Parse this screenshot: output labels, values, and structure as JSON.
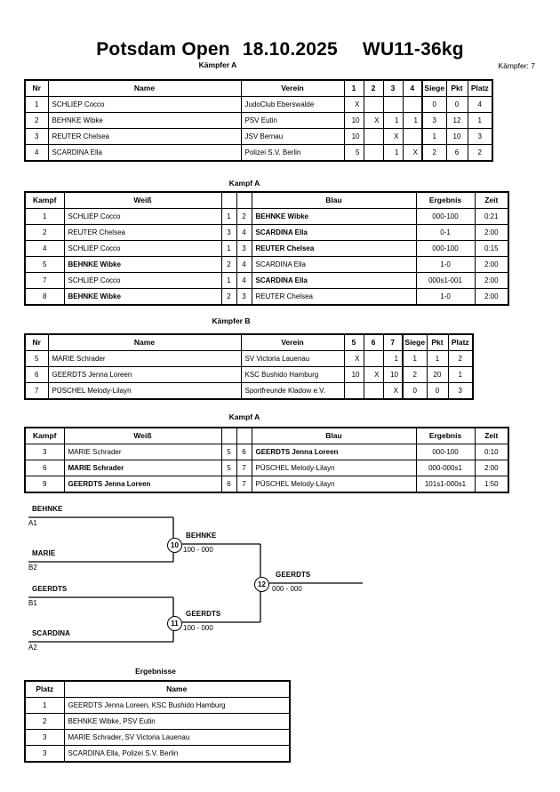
{
  "header": {
    "event": "Potsdam Open",
    "date": "18.10.2025",
    "category": "WU11-36kg",
    "pool_a_label": "Kämpfer A",
    "fighter_count": "Kämpfer: 7"
  },
  "pool_a": {
    "label": "Kämpfer A",
    "columns": [
      "Nr",
      "Name",
      "Verein",
      "1",
      "2",
      "3",
      "4",
      "Siege",
      "Pkt",
      "Platz"
    ],
    "rows": [
      {
        "nr": "1",
        "name": "SCHLIEP Cocco",
        "verein": "JudoClub Eberswalde",
        "m": [
          "X",
          "",
          "",
          ""
        ],
        "siege": "0",
        "pkt": "0",
        "platz": "4"
      },
      {
        "nr": "2",
        "name": "BEHNKE Wibke",
        "verein": "PSV Eutin",
        "m": [
          "10",
          "X",
          "1",
          "1"
        ],
        "siege": "3",
        "pkt": "12",
        "platz": "1"
      },
      {
        "nr": "3",
        "name": "REUTER Chelsea",
        "verein": "JSV Bernau",
        "m": [
          "10",
          "",
          "X",
          ""
        ],
        "siege": "1",
        "pkt": "10",
        "platz": "3"
      },
      {
        "nr": "4",
        "name": "SCARDINA Ella",
        "verein": "Polizei S.V. Berlin",
        "m": [
          "5",
          "",
          "1",
          "X"
        ],
        "siege": "2",
        "pkt": "6",
        "platz": "2"
      }
    ]
  },
  "kampf_a_1": {
    "label": "Kampf A",
    "columns": [
      "Kampf",
      "Weiß",
      "",
      "",
      "Blau",
      "Ergebnis",
      "Zeit"
    ],
    "rows": [
      {
        "kampf": "1",
        "weiss": "SCHLIEP Cocco",
        "weiss_bold": false,
        "nw": "1",
        "nb": "2",
        "blau": "BEHNKE Wibke",
        "blau_bold": true,
        "ergebnis": "000-100",
        "zeit": "0:21"
      },
      {
        "kampf": "2",
        "weiss": "REUTER Chelsea",
        "weiss_bold": false,
        "nw": "3",
        "nb": "4",
        "blau": "SCARDINA Ella",
        "blau_bold": true,
        "ergebnis": "0-1",
        "zeit": "2:00"
      },
      {
        "kampf": "4",
        "weiss": "SCHLIEP Cocco",
        "weiss_bold": false,
        "nw": "1",
        "nb": "3",
        "blau": "REUTER Chelsea",
        "blau_bold": true,
        "ergebnis": "000-100",
        "zeit": "0:15"
      },
      {
        "kampf": "5",
        "weiss": "BEHNKE Wibke",
        "weiss_bold": true,
        "nw": "2",
        "nb": "4",
        "blau": "SCARDINA Ella",
        "blau_bold": false,
        "ergebnis": "1-0",
        "zeit": "2:00"
      },
      {
        "kampf": "7",
        "weiss": "SCHLIEP Cocco",
        "weiss_bold": false,
        "nw": "1",
        "nb": "4",
        "blau": "SCARDINA Ella",
        "blau_bold": true,
        "ergebnis": "000s1-001",
        "zeit": "2:00"
      },
      {
        "kampf": "8",
        "weiss": "BEHNKE Wibke",
        "weiss_bold": true,
        "nw": "2",
        "nb": "3",
        "blau": "REUTER Chelsea",
        "blau_bold": false,
        "ergebnis": "1-0",
        "zeit": "2:00"
      }
    ]
  },
  "pool_b": {
    "label": "Kämpfer B",
    "columns": [
      "Nr",
      "Name",
      "Verein",
      "5",
      "6",
      "7",
      "Siege",
      "Pkt",
      "Platz"
    ],
    "rows": [
      {
        "nr": "5",
        "name": "MARIE Schrader",
        "verein": "SV Victoria Lauenau",
        "m": [
          "X",
          "",
          "1"
        ],
        "siege": "1",
        "pkt": "1",
        "platz": "2"
      },
      {
        "nr": "6",
        "name": "GEERDTS Jenna Loreen",
        "verein": "KSC Bushido Hamburg",
        "m": [
          "10",
          "X",
          "10"
        ],
        "siege": "2",
        "pkt": "20",
        "platz": "1"
      },
      {
        "nr": "7",
        "name": "PÜSCHEL Melody-Lilayn",
        "verein": "Sportfreunde Kladow e.V.",
        "m": [
          "",
          "",
          "X"
        ],
        "siege": "0",
        "pkt": "0",
        "platz": "3"
      }
    ]
  },
  "kampf_a_2": {
    "label": "Kampf A",
    "columns": [
      "Kampf",
      "Weiß",
      "",
      "",
      "Blau",
      "Ergebnis",
      "Zeit"
    ],
    "rows": [
      {
        "kampf": "3",
        "weiss": "MARIE Schrader",
        "weiss_bold": false,
        "nw": "5",
        "nb": "6",
        "blau": "GEERDTS Jenna Loreen",
        "blau_bold": true,
        "ergebnis": "000-100",
        "zeit": "0:10"
      },
      {
        "kampf": "6",
        "weiss": "MARIE Schrader",
        "weiss_bold": true,
        "nw": "5",
        "nb": "7",
        "blau": "PÜSCHEL Melody-Lilayn",
        "blau_bold": false,
        "ergebnis": "000-000s1",
        "zeit": "2:00"
      },
      {
        "kampf": "9",
        "weiss": "GEERDTS Jenna Loreen",
        "weiss_bold": true,
        "nw": "6",
        "nb": "7",
        "blau": "PÜSCHEL Melody-Lilayn",
        "blau_bold": false,
        "ergebnis": "101s1-000s1",
        "zeit": "1:50"
      }
    ]
  },
  "bracket": {
    "seeds": [
      {
        "name": "BEHNKE",
        "slot": "A1"
      },
      {
        "name": "MARIE",
        "slot": "B2"
      },
      {
        "name": "GEERDTS",
        "slot": "B1"
      },
      {
        "name": "SCARDINA",
        "slot": "A2"
      }
    ],
    "matches": [
      {
        "number": "10",
        "winner": "BEHNKE",
        "score": "100 - 000"
      },
      {
        "number": "11",
        "winner": "GEERDTS",
        "score": "100 - 000"
      },
      {
        "number": "12",
        "winner": "GEERDTS",
        "score": "000 - 000"
      }
    ]
  },
  "results": {
    "label": "Ergebnisse",
    "columns": [
      "Platz",
      "Name"
    ],
    "rows": [
      {
        "platz": "1",
        "name": "GEERDTS Jenna Loreen, KSC Bushido Hamburg"
      },
      {
        "platz": "2",
        "name": "BEHNKE Wibke, PSV Eutin"
      },
      {
        "platz": "3",
        "name": "MARIE Schrader, SV Victoria Lauenau"
      },
      {
        "platz": "3",
        "name": "SCARDINA Ella, Polizei S.V. Berlin"
      }
    ]
  }
}
